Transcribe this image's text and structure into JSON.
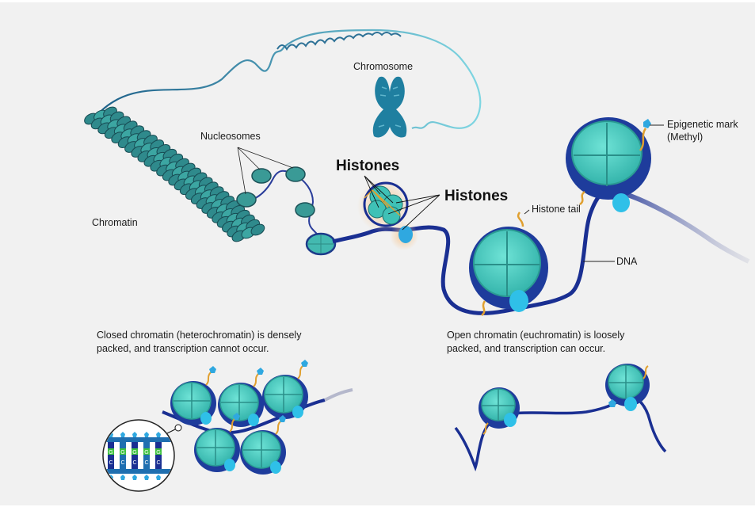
{
  "labels": {
    "chromosome": "Chromosome",
    "nucleosomes": "Nucleosomes",
    "chromatin": "Chromatin",
    "histones_1": "Histones",
    "histones_2": "Histones",
    "histone_tail": "Histone tail",
    "dna": "DNA",
    "epigenetic_mark_line1": "Epigenetic mark",
    "epigenetic_mark_line2": "(Methyl)"
  },
  "captions": {
    "closed": "Closed chromatin (heterochromatin) is densely packed, and transcription cannot occur.",
    "open": "Open chromatin (euchromatin) is loosely packed, and transcription can occur."
  },
  "dna_letters": [
    "G",
    "C",
    "G",
    "C",
    "G",
    "C",
    "G",
    "C",
    "G",
    "C"
  ],
  "colors": {
    "background": "#f1f1f1",
    "histone": "#4fd1c5",
    "histone_dark": "#2a9a92",
    "dna": "#1f3ea8",
    "tail": "#e0a030",
    "methyl": "#2fa8e0",
    "chromatin": "#2f8f96",
    "highlight": "#f5c08a"
  },
  "icons": {
    "chromosome": "x-chromosome-icon",
    "methyl": "pentagon-methyl-icon",
    "magnifier": "zoom-lens-icon"
  }
}
